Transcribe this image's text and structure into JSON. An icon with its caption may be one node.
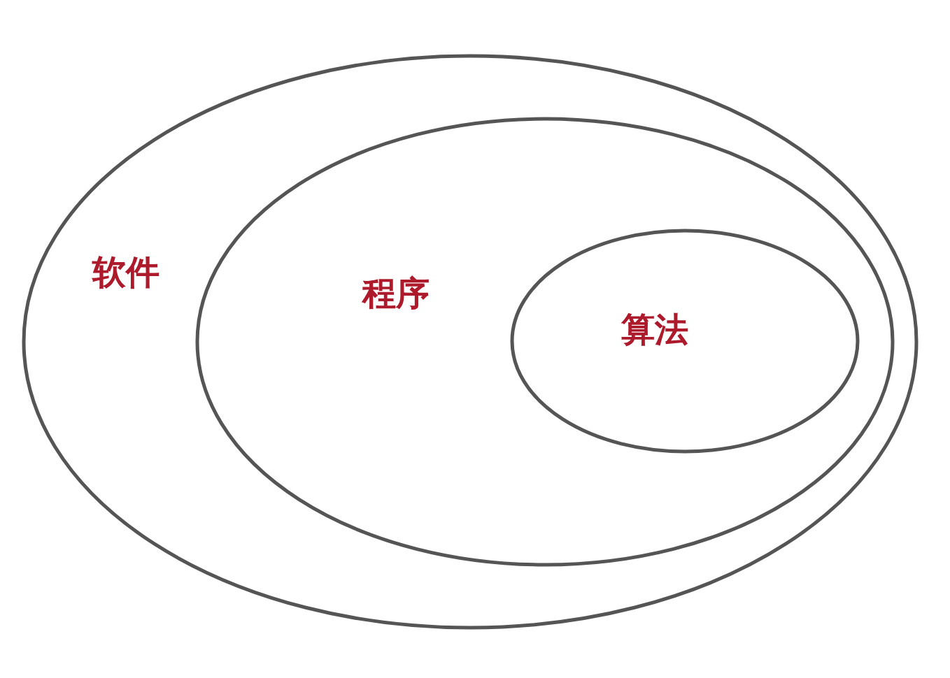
{
  "diagram": {
    "nodes": [
      {
        "text": [
          "软件"
        ]
      },
      {
        "text": [
          "程序"
        ],
        "in": 0
      },
      {
        "text": [
          "算法"
        ],
        "in": 1
      }
    ]
  }
}
